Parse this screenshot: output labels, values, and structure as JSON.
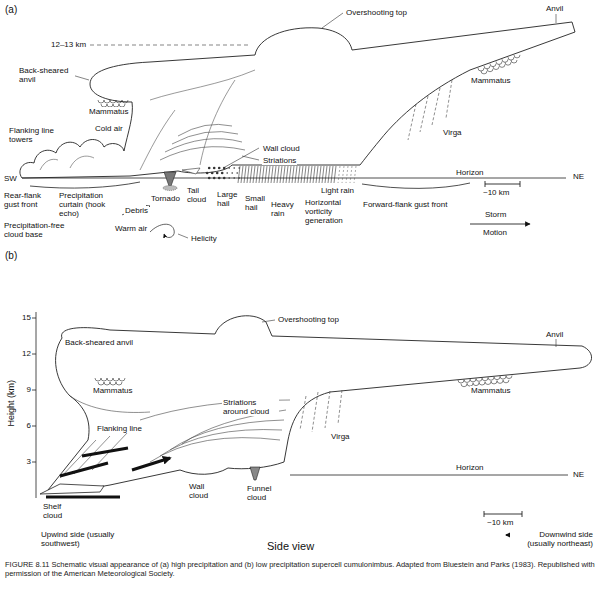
{
  "diagram": {
    "caption": "FIGURE 8.11 Schematic visual appearance of (a) high precipitation and (b) low precipitation supercell cumulonimbus. Adapted from Bluestein and Parks (1983). Republished with permission of the American Meteorological Society.",
    "labels": [
      "(a)",
      "Overshooting top",
      "Anvil",
      "12–13 km",
      "Back-sheared anvil",
      "Mammatus",
      "Mammatus",
      "Virga",
      "Cold air",
      "Flanking line towers",
      "Wall cloud",
      "Striations",
      "Horizon",
      "SW",
      "NE",
      "~10 km",
      "Rear-flank gust front",
      "Precipitation-free cloud base",
      "Precipitation curtain (hook echo)",
      "Debris",
      "Tornado",
      "Warm air",
      "Tail cloud",
      "Large hail",
      "Small hail",
      "Heavy rain",
      "Helicity",
      "Light rain",
      "Horizontal vorticity generation",
      "Forward-flank gust front",
      "Storm",
      "Motion",
      "(b)",
      "15",
      "12",
      "9",
      "6",
      "3",
      "Height (km)",
      "Back-sheared anvil",
      "Overshooting top",
      "Anvil",
      "Mammatus",
      "Mammatus",
      "Flanking line",
      "Striations around cloud",
      "Virga",
      "Horizon",
      "NE",
      "Wall cloud",
      "Funnel cloud",
      "Shelf cloud",
      "~10 km",
      "Upwind side (usually southwest)",
      "Downwind side (usually northeast)",
      "Side view"
    ]
  }
}
